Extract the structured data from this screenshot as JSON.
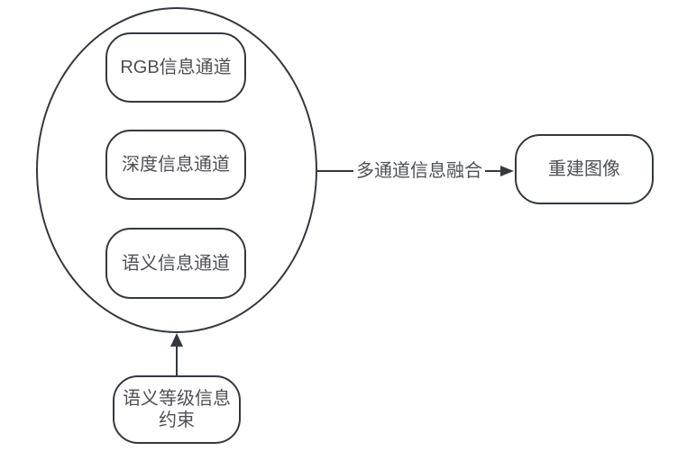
{
  "diagram": {
    "background_color": "#ffffff",
    "stroke_color": "#343840",
    "text_color": "#4d5055",
    "nodes": {
      "rgb_channel": {
        "label": "RGB信息通道"
      },
      "depth_channel": {
        "label": "深度信息通道"
      },
      "semantic_channel": {
        "label": "语义信息通道"
      },
      "reconstructed_image": {
        "label": "重建图像"
      },
      "semantic_level_constraint": {
        "label": "语义等级信息约束",
        "lines": [
          "语义等级信息",
          "约束"
        ]
      }
    },
    "edges": {
      "fusion": {
        "label": "多通道信息融合",
        "from": "channels-group-ellipse",
        "to": "reconstructed_image"
      },
      "constraint": {
        "from": "semantic_level_constraint",
        "to": "channels-group-ellipse"
      }
    }
  }
}
